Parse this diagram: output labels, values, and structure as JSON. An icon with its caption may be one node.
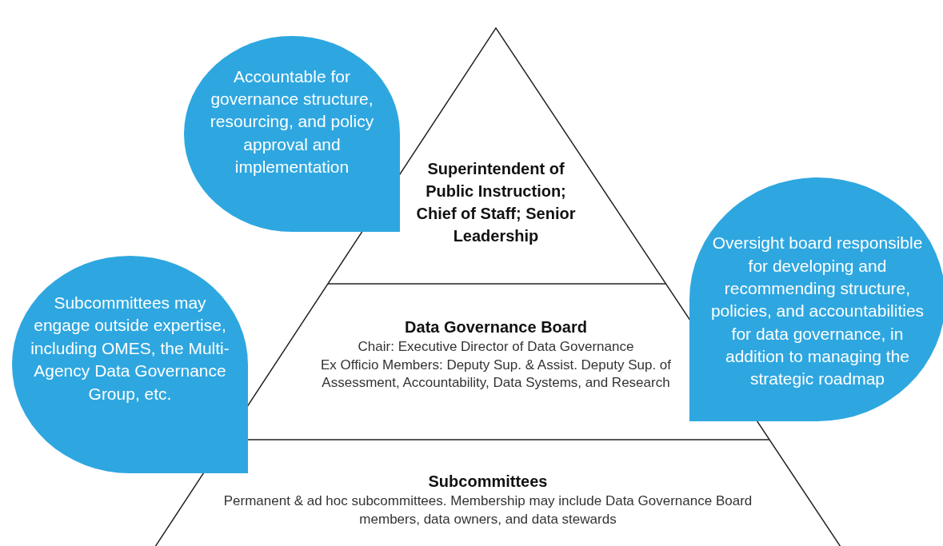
{
  "diagram": {
    "nodes": [
      {
        "text": [
          "Accountable for governance structure, resourcing, and policy approval and implementation"
        ]
      },
      {
        "text": [
          "Superintendent of Public Instruction; Chief of Staff; Senior Leadership"
        ]
      },
      {
        "text": [
          "Oversight board responsible for developing and recommending structure, policies, and accountabilities for data governance, in addition to managing the strategic roadmap"
        ]
      },
      {
        "text": [
          "Subcommittees may engage outside expertise, including OMES, the Multi-Agency Data Governance Group, etc."
        ]
      },
      {
        "text": [
          "Data Governance Board",
          "Chair: Executive Director of Data Governance",
          "Ex Officio Members: Deputy Sup. & Assist. Deputy Sup. of Assessment, Accountability, Data Systems, and Research"
        ]
      },
      {
        "text": [
          "Subcommittees",
          "Permanent & ad hoc subcommittees. Membership may include Data Governance Board members, data owners, and data stewards"
        ]
      }
    ],
    "edges": []
  }
}
